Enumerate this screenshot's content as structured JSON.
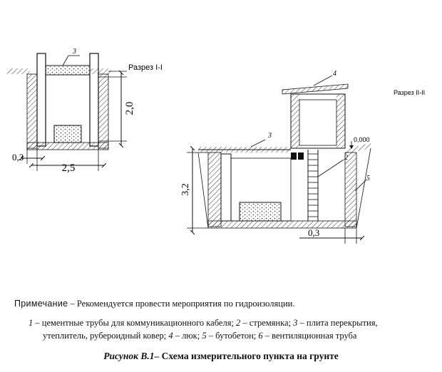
{
  "section_1": {
    "title": "Разрез I-I",
    "callout_3": "3",
    "dim_height": "2,0",
    "dim_width": "2,5",
    "dim_wall": "0,3"
  },
  "section_2": {
    "title": "Разрез II-II",
    "callout_4": "4",
    "callout_3": "3",
    "callout_2": "2",
    "callout_5": "5",
    "level_mark": "0,000",
    "dim_depth": "3,2",
    "dim_wall": "0,3"
  },
  "note": {
    "lead": "Примечание",
    "text": " – Рекомендуется провести мероприятия по гидроизоляции."
  },
  "legend": {
    "line1": [
      {
        "num": "1",
        "text": " – цементные трубы для коммуникационного кабеля; "
      },
      {
        "num": "2",
        "text": " – стремянка; "
      },
      {
        "num": "3",
        "text": " – плита перекрытия,"
      }
    ],
    "line2": [
      {
        "num": "",
        "text": "утеплитель, рубероидный ковер; "
      },
      {
        "num": "4",
        "text": " – люк; "
      },
      {
        "num": "5",
        "text": " – бутобетон; "
      },
      {
        "num": "6",
        "text": " – вентиляционная труба"
      }
    ]
  },
  "caption": {
    "number": "Рисунок В.1",
    "text": "– Схема измерительного пункта на грунте"
  }
}
